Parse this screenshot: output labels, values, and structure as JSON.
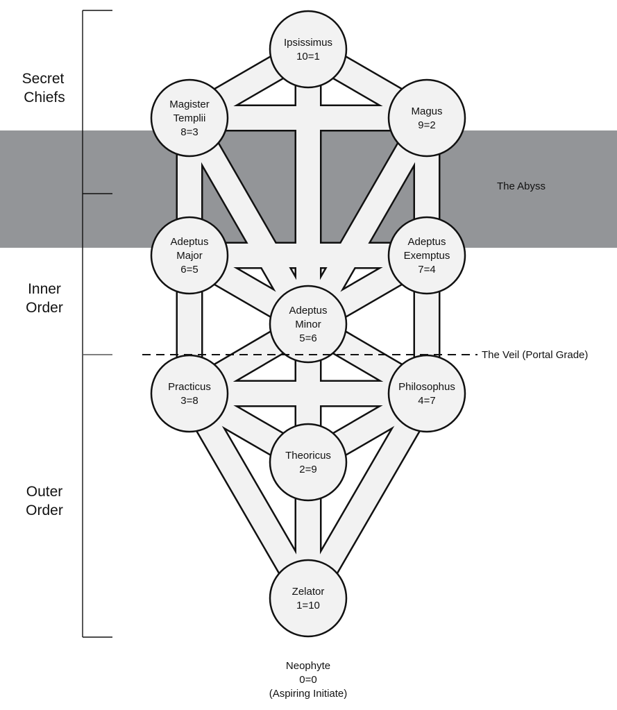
{
  "colors": {
    "abyss": "#939598",
    "path_fill": "#f2f2f2",
    "node_fill": "#f2f2f2",
    "stroke": "#111111"
  },
  "abyss_label": "The Abyss",
  "veil_label": "The Veil (Portal Grade)",
  "side_groups": [
    {
      "id": "secret-chiefs",
      "lines": [
        "Secret",
        "Chiefs"
      ]
    },
    {
      "id": "inner-order",
      "lines": [
        "Inner",
        "Order"
      ]
    },
    {
      "id": "outer-order",
      "lines": [
        "Outer",
        "Order"
      ]
    }
  ],
  "nodes": [
    {
      "id": "ipsissimus",
      "lines": [
        "Ipsissimus",
        "10=1"
      ]
    },
    {
      "id": "magus",
      "lines": [
        "Magus",
        "9=2"
      ]
    },
    {
      "id": "magister-templii",
      "lines": [
        "Magister",
        "Templii",
        "8=3"
      ]
    },
    {
      "id": "adeptus-exemptus",
      "lines": [
        "Adeptus",
        "Exemptus",
        "7=4"
      ]
    },
    {
      "id": "adeptus-major",
      "lines": [
        "Adeptus",
        "Major",
        "6=5"
      ]
    },
    {
      "id": "adeptus-minor",
      "lines": [
        "Adeptus",
        "Minor",
        "5=6"
      ]
    },
    {
      "id": "philosophus",
      "lines": [
        "Philosophus",
        "4=7"
      ]
    },
    {
      "id": "practicus",
      "lines": [
        "Practicus",
        "3=8"
      ]
    },
    {
      "id": "theoricus",
      "lines": [
        "Theoricus",
        "2=9"
      ]
    },
    {
      "id": "zelator",
      "lines": [
        "Zelator",
        "1=10"
      ]
    }
  ],
  "edges": [
    [
      "ipsissimus",
      "magus"
    ],
    [
      "ipsissimus",
      "magister-templii"
    ],
    [
      "ipsissimus",
      "adeptus-minor"
    ],
    [
      "magus",
      "magister-templii"
    ],
    [
      "magus",
      "adeptus-exemptus"
    ],
    [
      "magus",
      "adeptus-minor"
    ],
    [
      "magister-templii",
      "adeptus-major"
    ],
    [
      "magister-templii",
      "adeptus-minor"
    ],
    [
      "adeptus-exemptus",
      "adeptus-major"
    ],
    [
      "adeptus-exemptus",
      "adeptus-minor"
    ],
    [
      "adeptus-major",
      "adeptus-minor"
    ],
    [
      "adeptus-exemptus",
      "philosophus"
    ],
    [
      "adeptus-major",
      "practicus"
    ],
    [
      "adeptus-minor",
      "philosophus"
    ],
    [
      "adeptus-minor",
      "practicus"
    ],
    [
      "adeptus-minor",
      "theoricus"
    ],
    [
      "philosophus",
      "practicus"
    ],
    [
      "philosophus",
      "theoricus"
    ],
    [
      "practicus",
      "theoricus"
    ],
    [
      "philosophus",
      "zelator"
    ],
    [
      "practicus",
      "zelator"
    ],
    [
      "theoricus",
      "zelator"
    ]
  ],
  "footer": {
    "lines": [
      "Neophyte",
      "0=0",
      "(Aspiring Initiate)"
    ]
  }
}
